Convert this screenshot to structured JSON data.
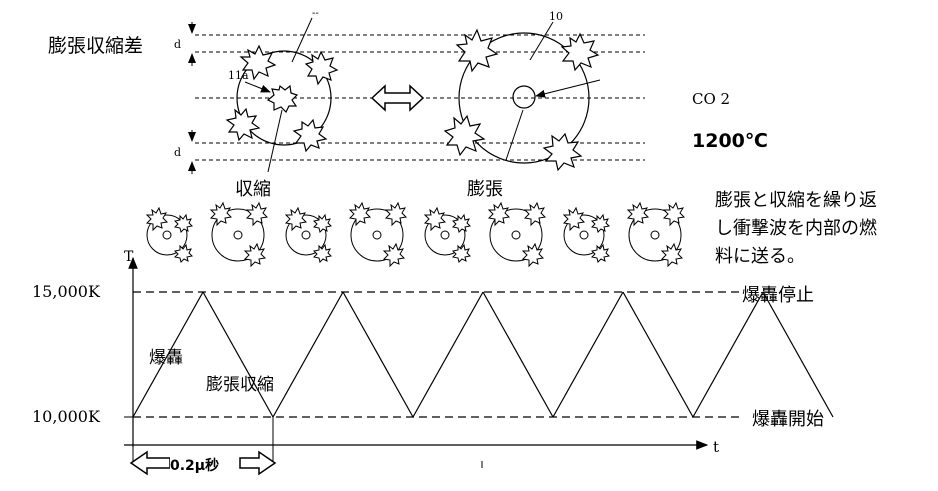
{
  "top": {
    "diff_label": "膨張収縮差",
    "d_label": "d",
    "ref_small_top": "--",
    "ref_11a": "11a",
    "ref_10": "10",
    "shrink_label": "収縮",
    "expand_label": "膨張",
    "gas_label": "CO 2",
    "temp_label": "1200℃",
    "note_lines": [
      "膨張と収縮を繰り返",
      "し衝撃波を内部の燃",
      "料に送る。"
    ]
  },
  "chart_data": {
    "type": "line",
    "series": [
      {
        "x": [
          0,
          0.1,
          0.2,
          0.3,
          0.4,
          0.5,
          0.6,
          0.7,
          0.8,
          0.9,
          1.0
        ],
        "values": [
          10000,
          15000,
          10000,
          15000,
          10000,
          15000,
          10000,
          15000,
          10000,
          15000,
          10000
        ]
      }
    ],
    "ylabel": "T",
    "xlabel": "t",
    "y_ticks": [
      "15,000K",
      "10,000K"
    ],
    "ylim": [
      10000,
      15000
    ],
    "annotations": {
      "rise": "爆轟",
      "fall": "膨張収縮",
      "upper_line": "爆轟停止",
      "lower_line": "爆轟開始",
      "period": "0.2μ秒"
    }
  }
}
